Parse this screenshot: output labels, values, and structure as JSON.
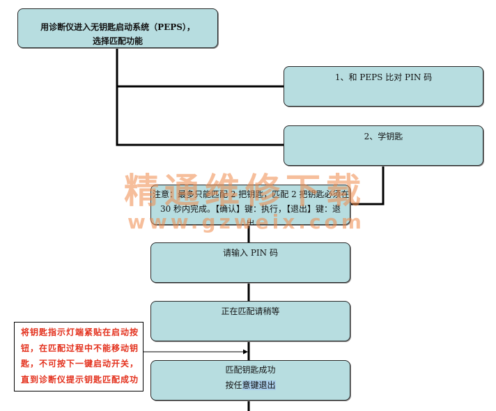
{
  "steps": {
    "start": {
      "lines": [
        "用诊断仪进入无钥匙启动系统（PEPS），",
        "选择匹配功能"
      ]
    },
    "compare_pin": {
      "label": "1、和 PEPS 比对 PIN 码"
    },
    "learn_key": {
      "label": "2、学钥匙"
    },
    "notice": {
      "lines": [
        "注意：最多只能匹配 2 把钥匙，匹配 2 把钥匙必须在",
        "30 秒内完成。【确认】键：执行，【退出】键：退",
        "出"
      ]
    },
    "enter_pin": {
      "label": "请输入 PIN 码"
    },
    "matching": {
      "label": "正在匹配请稍等"
    },
    "success": {
      "title": "匹配钥匙成功",
      "prompt_plain": "按任",
      "prompt_highlight": "意键退出"
    }
  },
  "note": {
    "lines": [
      "将钥匙指示灯端紧贴在启动按",
      "钮，在匹配过程中不能移动钥",
      "匙，不可按下一键启动开关，",
      "直到诊断仪提示钥匙匹配成功"
    ]
  },
  "watermark": {
    "title": "精通维修下载",
    "url": "www.gzweix.com"
  },
  "colors": {
    "box_fill": "#b7dde0",
    "note_text": "#e3301c",
    "highlight": "#a9cdea",
    "watermark": "#f08a4b"
  }
}
